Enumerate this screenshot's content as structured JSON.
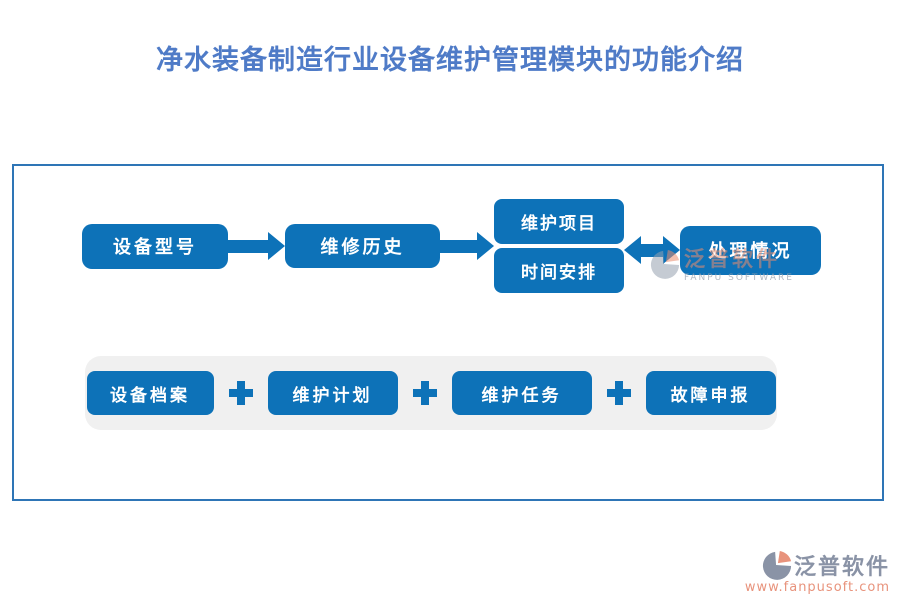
{
  "title": "净水装备制造行业设备维护管理模块的功能介绍",
  "flow": {
    "boxes": [
      {
        "label": "设备型号"
      },
      {
        "label": "维修历史"
      },
      {
        "label": "处理情况"
      }
    ],
    "stack": [
      {
        "label": "维护项目"
      },
      {
        "label": "时间安排"
      }
    ]
  },
  "modules": {
    "items": [
      {
        "label": "设备档案"
      },
      {
        "label": "维护计划"
      },
      {
        "label": "维护任务"
      },
      {
        "label": "故障申报"
      }
    ],
    "separator": "+"
  },
  "watermark": {
    "name": "泛普软件",
    "subtitle": "FANPU SOFTWARE"
  },
  "logo": {
    "name": "泛普软件",
    "url": "www.fanpusoft.com"
  },
  "icons": {
    "arrow_right": "→",
    "arrow_double": "↔",
    "plus": "+"
  },
  "colors": {
    "box_blue": "#0d72b8",
    "title_blue": "#4f7bc7",
    "panel_border": "#2e75b6",
    "bar_background": "#f0f0f0",
    "logo_gray": "#8a93a6",
    "logo_salmon": "#e8937c"
  }
}
